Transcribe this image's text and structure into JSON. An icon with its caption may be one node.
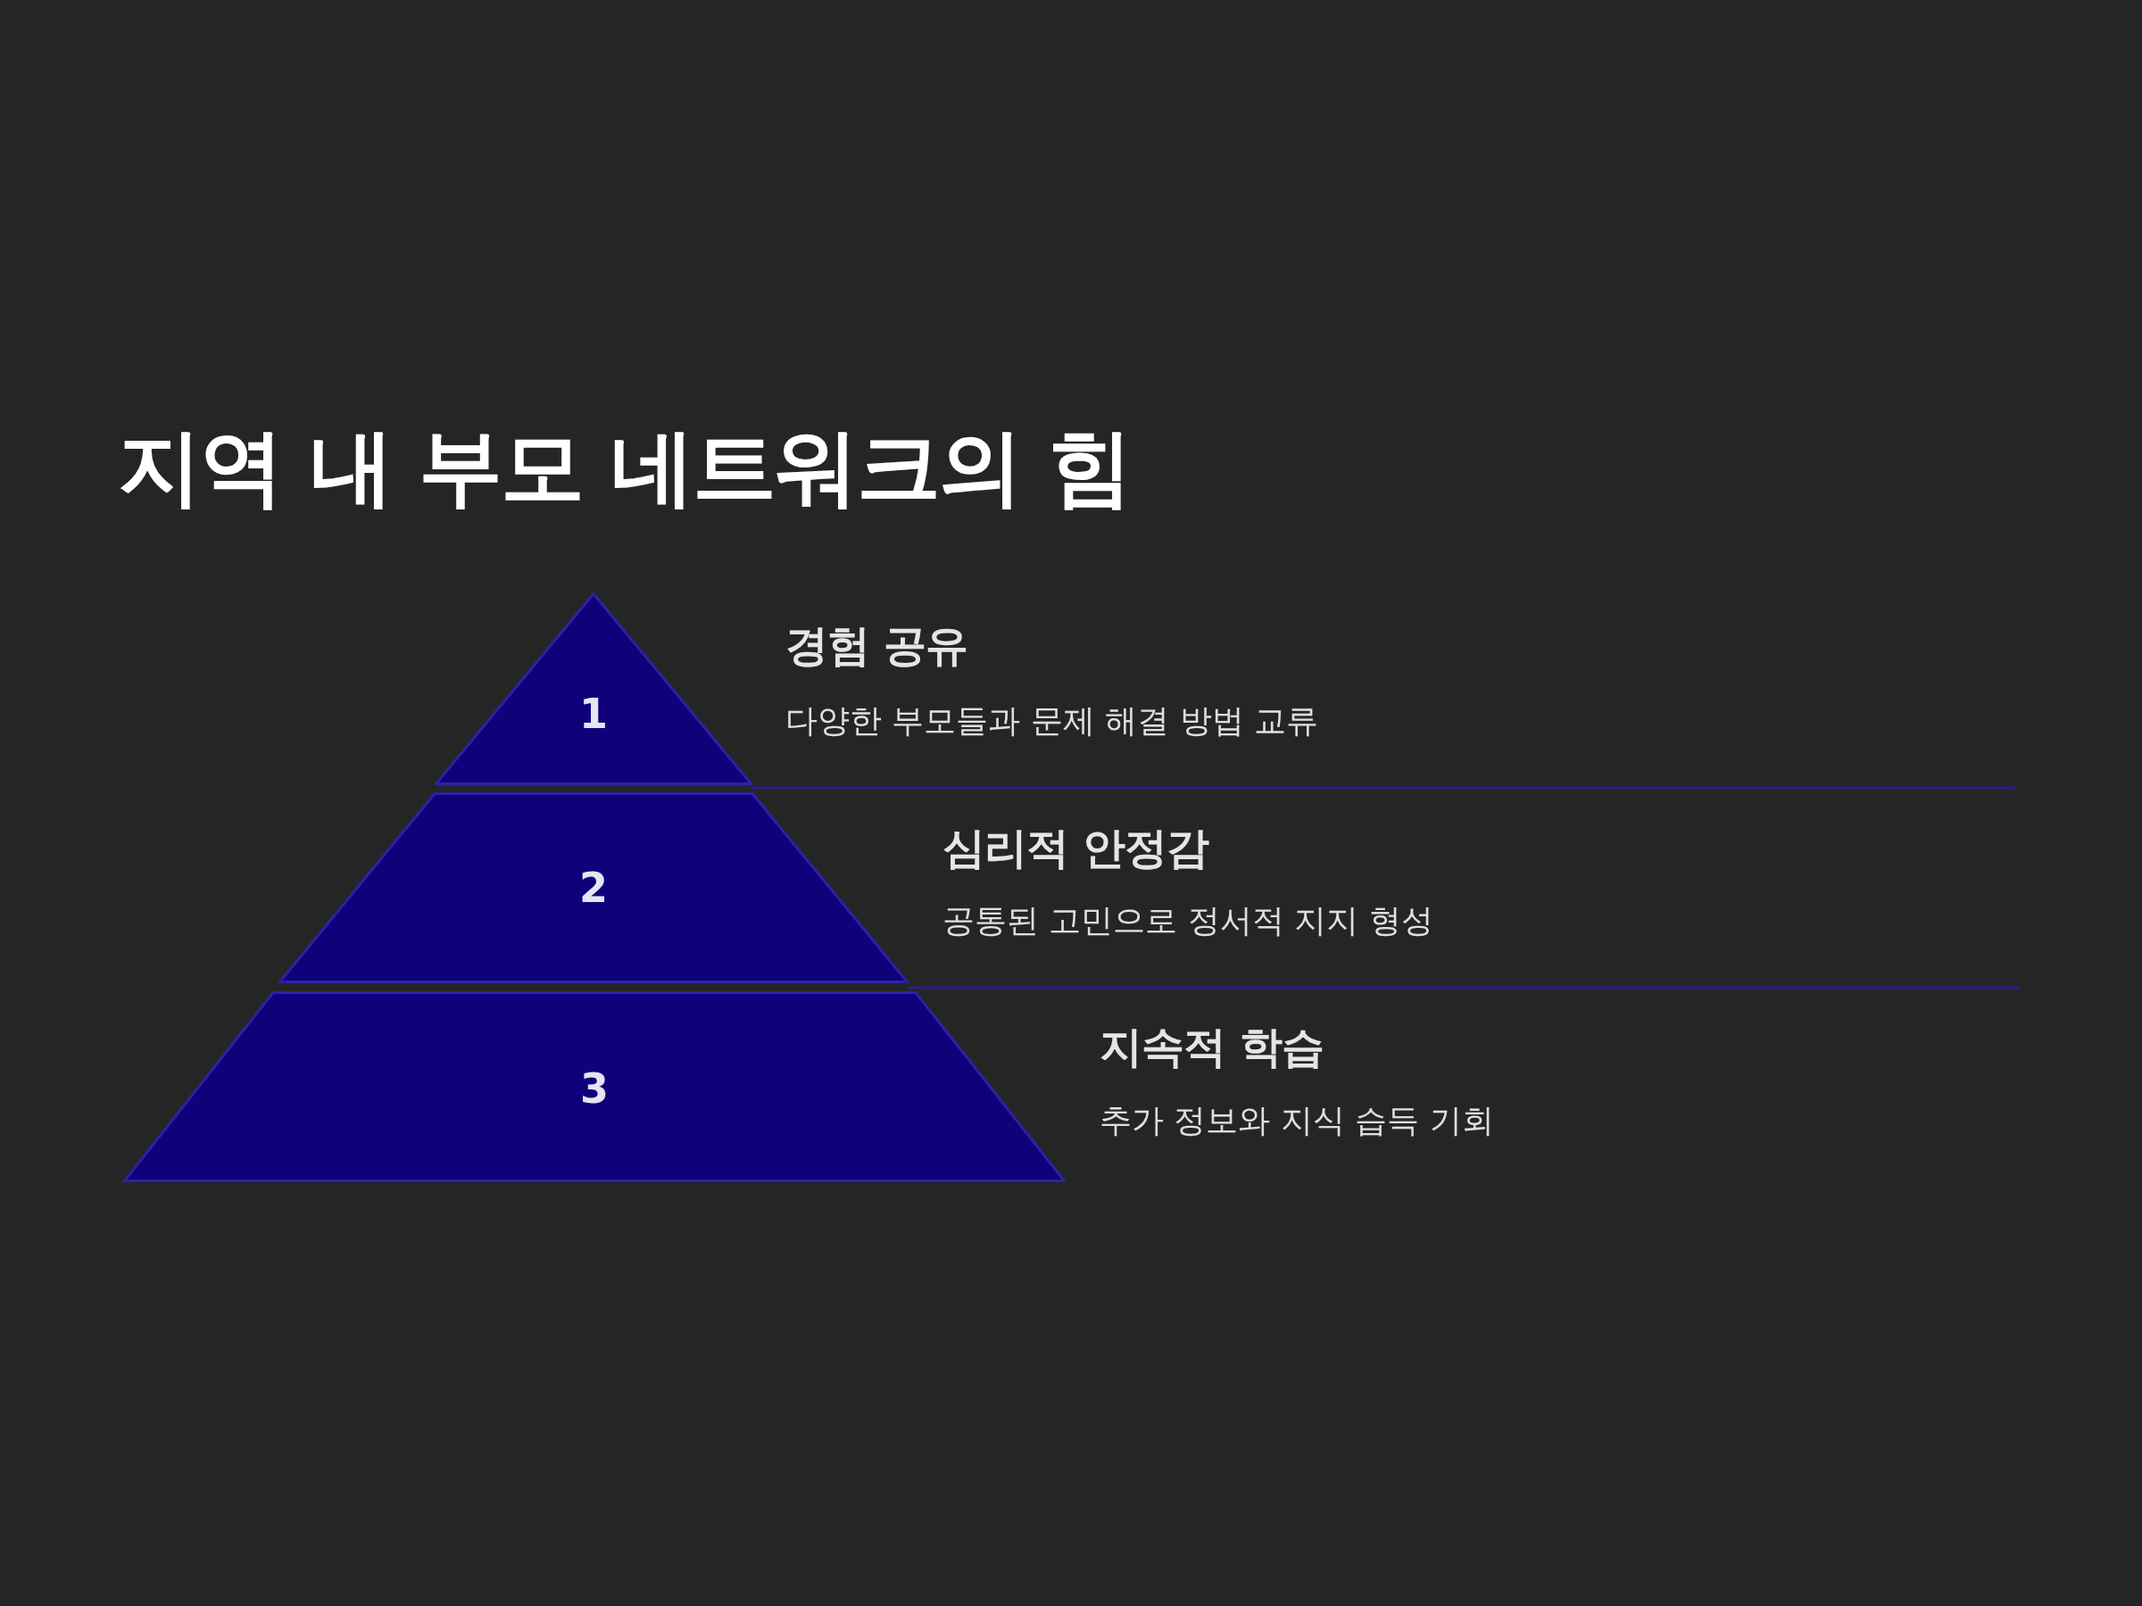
{
  "diagram": {
    "title": "지역 내 부모 네트워크의 힘",
    "nodes": [
      {
        "text": [
          "1"
        ],
        "beside": [
          "경험 공유",
          "다양한 부모들과 문제 해결 방법 교류"
        ]
      },
      {
        "text": [
          "2"
        ],
        "beside": [
          "심리적 안정감",
          "공통된 고민으로 정서적 지지 형성"
        ]
      },
      {
        "text": [
          "3"
        ],
        "beside": [
          "지속적 학습",
          "추가 정보와 지식 습득 기회"
        ]
      }
    ]
  }
}
